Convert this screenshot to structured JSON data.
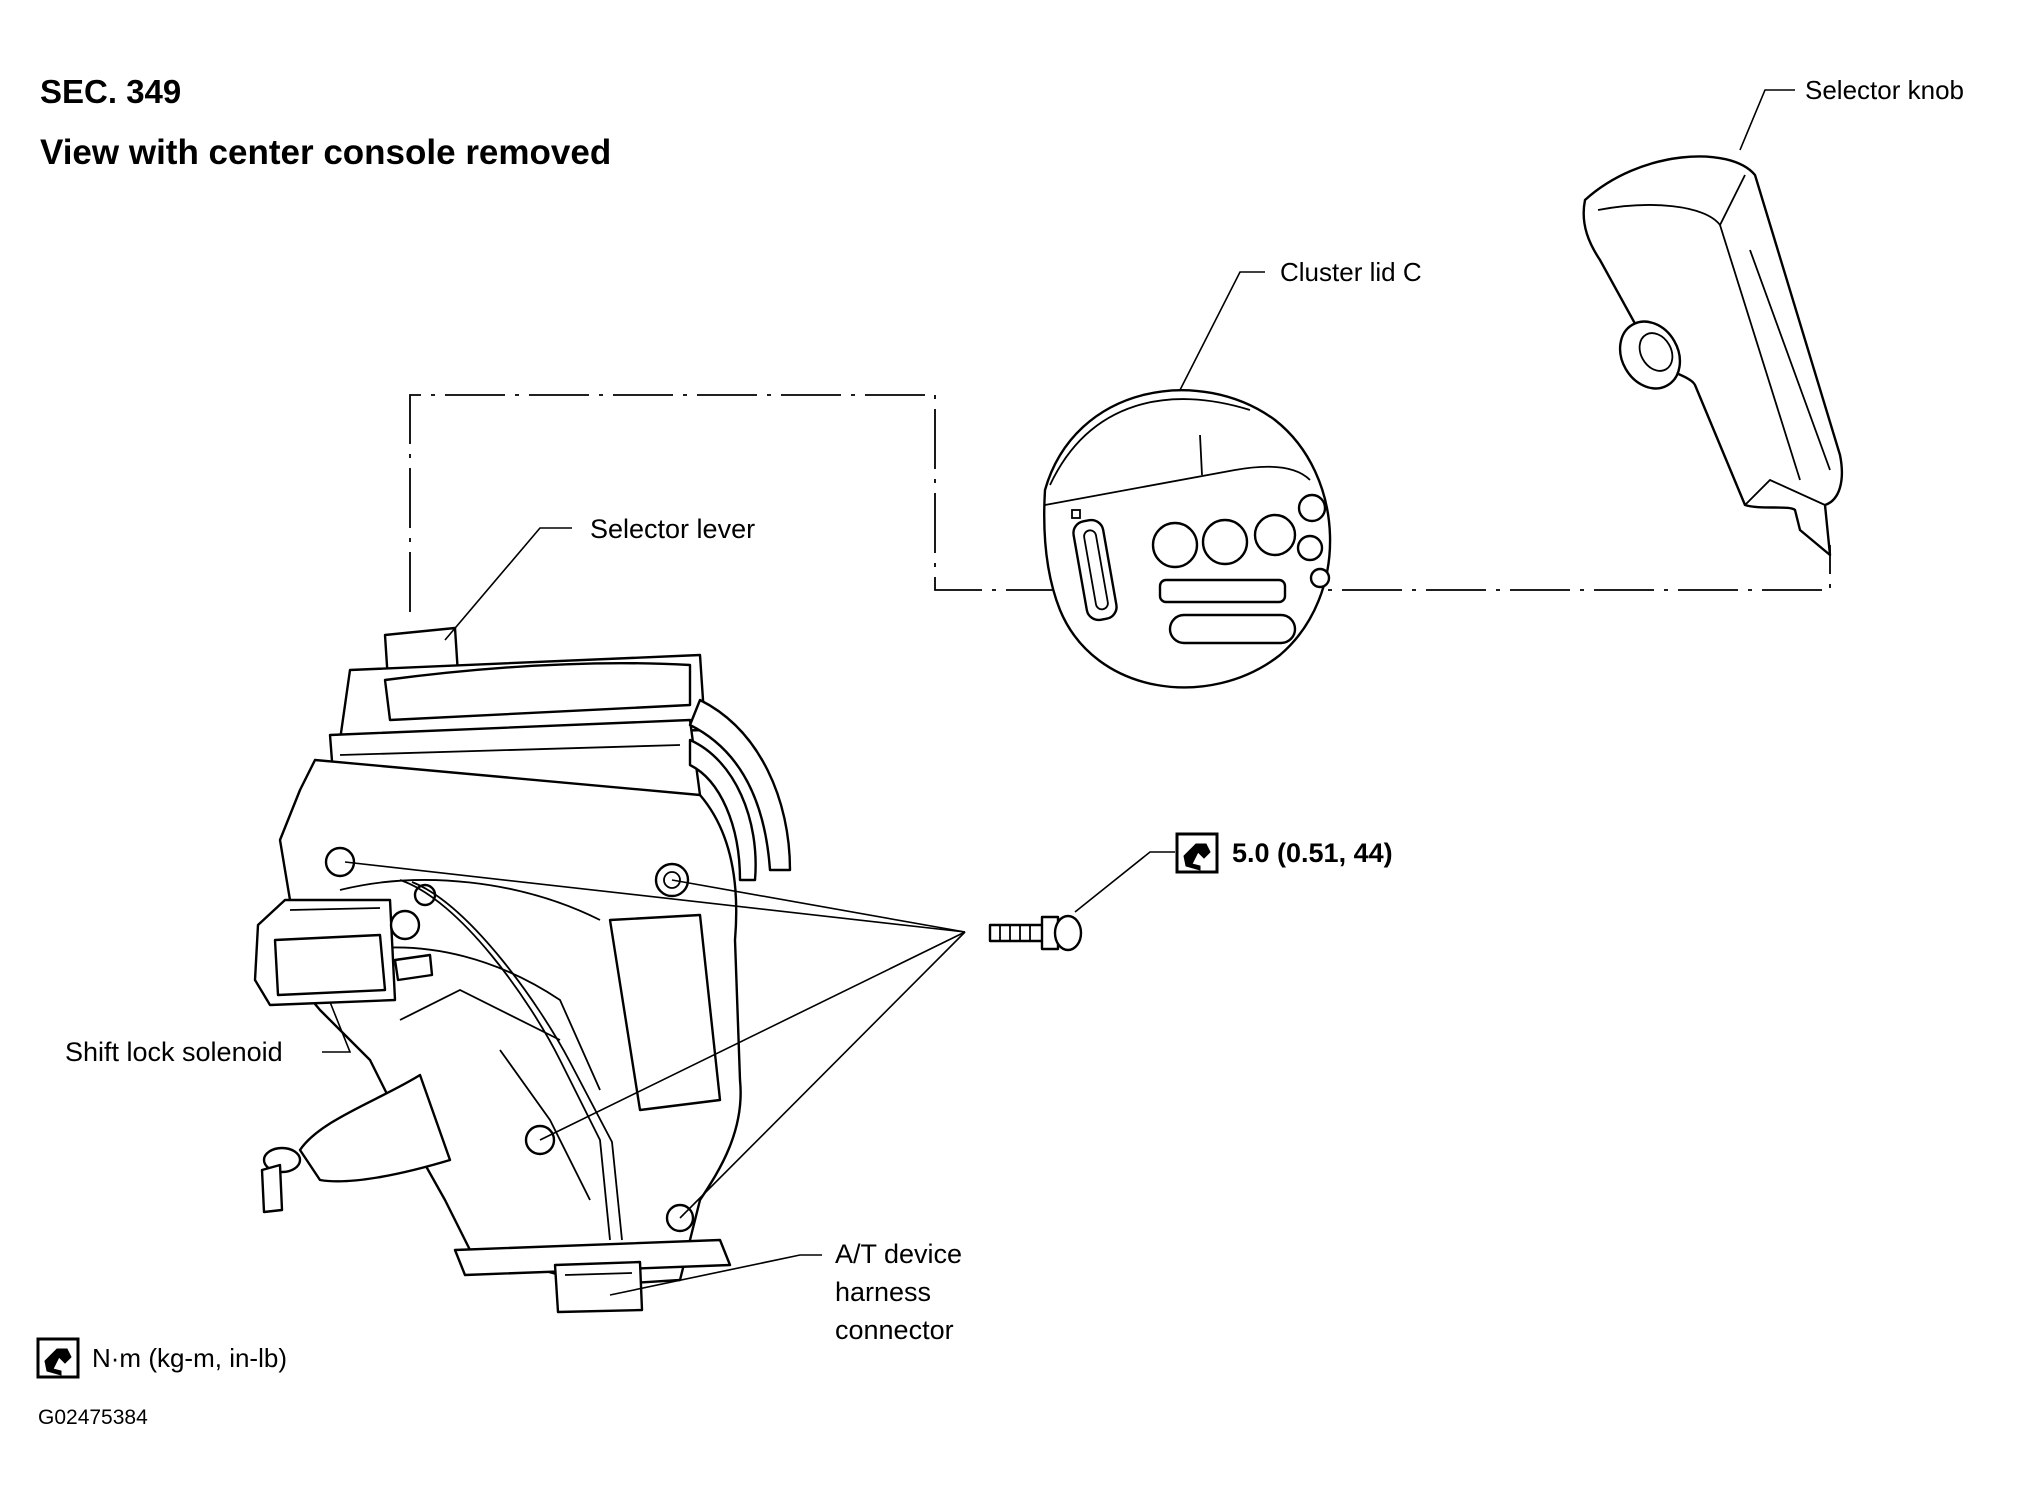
{
  "header": {
    "section": "SEC. 349",
    "view_title": "View with center console removed"
  },
  "labels": {
    "selector_knob": "Selector knob",
    "cluster_lid": "Cluster lid C",
    "selector_lever": "Selector lever",
    "shift_lock_solenoid": "Shift lock solenoid",
    "torque": "5.0 (0.51, 44)",
    "harness_line1": "A/T device",
    "harness_line2": "harness",
    "harness_line3": "connector"
  },
  "legend": {
    "units": "N·m (kg-m, in-lb)",
    "icon": "torque-wrench-icon"
  },
  "figure_id": "G02475384"
}
